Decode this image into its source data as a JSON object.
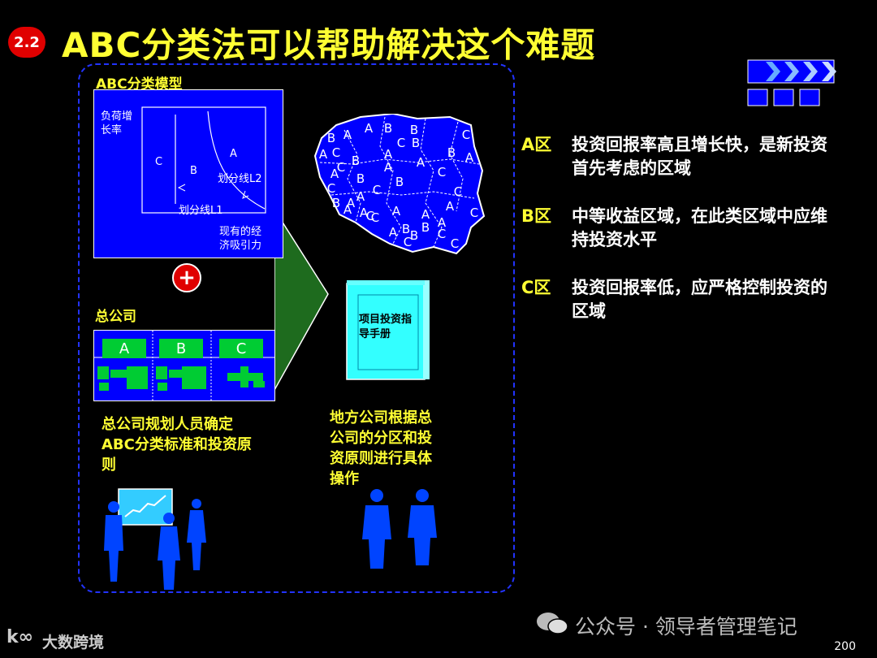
{
  "header": {
    "section_number": "2.2",
    "title": "ABC分类法可以帮助解决这个难题"
  },
  "model": {
    "label": "ABC分类模型",
    "y_axis": "负荷增\n长率",
    "zone_c": "C",
    "zone_b": "B",
    "zone_a": "A",
    "line_l2": "划分线L2",
    "line_l1": "划分线L1",
    "x_axis": "现有的经\n济吸引力"
  },
  "plus": "+",
  "company": {
    "label": "总公司",
    "zones": [
      "A",
      "B",
      "C"
    ]
  },
  "left_caption": "总公司规划人员确定\nABC分类标准和投资原\n则",
  "map": {
    "labels": [
      {
        "t": "B"
      },
      {
        "t": "A"
      },
      {
        "t": "A"
      },
      {
        "t": "B"
      },
      {
        "t": "B"
      },
      {
        "t": "C"
      },
      {
        "t": "C"
      },
      {
        "t": "C"
      },
      {
        "t": "A"
      },
      {
        "t": "C"
      },
      {
        "t": "B"
      },
      {
        "t": "A"
      },
      {
        "t": "B"
      },
      {
        "t": "B"
      },
      {
        "t": "A"
      },
      {
        "t": "A"
      },
      {
        "t": "B"
      },
      {
        "t": "A"
      },
      {
        "t": "A"
      },
      {
        "t": "C"
      },
      {
        "t": "B"
      },
      {
        "t": "C"
      },
      {
        "t": "A"
      },
      {
        "t": "C"
      },
      {
        "t": "C"
      },
      {
        "t": "B"
      },
      {
        "t": "A"
      },
      {
        "t": "A"
      },
      {
        "t": "C"
      },
      {
        "t": "A"
      },
      {
        "t": "B"
      },
      {
        "t": "A"
      },
      {
        "t": "A"
      },
      {
        "t": "C"
      },
      {
        "t": "C"
      },
      {
        "t": "A"
      },
      {
        "t": "C"
      },
      {
        "t": "B"
      },
      {
        "t": "B"
      },
      {
        "t": "C"
      },
      {
        "t": "C"
      },
      {
        "t": "A"
      },
      {
        "t": "A"
      }
    ]
  },
  "book_label": "项目投资指\n导手册",
  "right_caption": "地方公司根据总\n公司的分区和投\n资原则进行具体\n操作",
  "legend": [
    {
      "key": "A区",
      "text": "投资回报率高且增长快，是新投资首先考虑的区域"
    },
    {
      "key": "B区",
      "text": "中等收益区域，在此类区域中应维持投资水平"
    },
    {
      "key": "C区",
      "text": "投资回报率低，应严格控制投资的区域"
    }
  ],
  "watermark": {
    "wechat": "公众号 · 领导者管理笔记",
    "brand": "大数跨境"
  },
  "page_number": "200",
  "colors": {
    "title": "#ffff33",
    "box_blue": "#0000ff",
    "zone_green": "#00cc33",
    "badge_red": "#e00000",
    "book_cyan": "#33ffff",
    "arrow_green": "#1e6b1e"
  }
}
